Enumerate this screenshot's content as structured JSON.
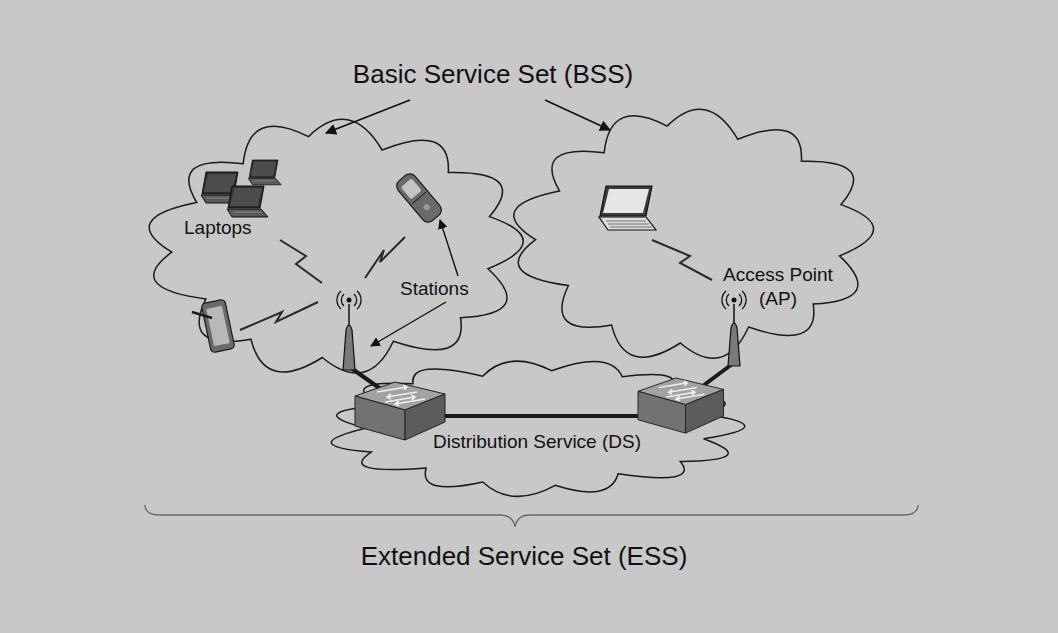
{
  "diagram": {
    "nodes": [
      {
        "text": [
          "Laptops",
          "Stations"
        ]
      },
      {
        "text": [
          "Access Point (AP)"
        ]
      },
      {
        "text": [
          "Distribution Service (DS)"
        ]
      }
    ],
    "labels": [
      "Basic Service Set (BSS)",
      "Extended Service Set (ESS)"
    ]
  }
}
